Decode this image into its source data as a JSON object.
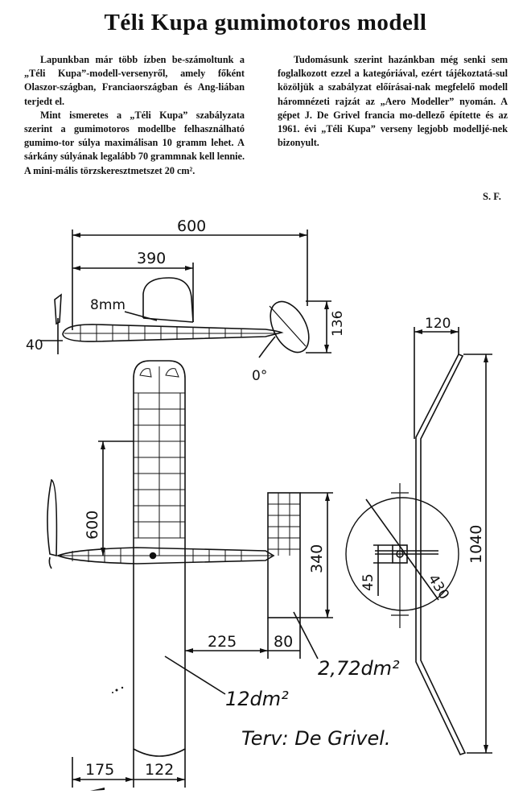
{
  "article": {
    "title": "Téli Kupa gumimotoros modell",
    "left_column": [
      "Lapunkban már több ízben be-számoltunk a „Téli Kupa”-modell-versenyről, amely főként Olaszor-szágban, Franciaországban és Ang-liában terjedt el.",
      "Mint ismeretes a „Téli Kupa” szabályzata szerint a gumimotoros modellbe felhasználható gumimo-tor súlya maximálisan 10 gramm lehet. A sárkány súlyának legalább 70 grammnak kell lennie. A mini-mális törzskeresztmetszet 20 cm²."
    ],
    "right_column": [
      "Tudomásunk szerint hazánkban még senki sem foglalkozott ezzel a kategóriával, ezért tájékoztatá-sul közöljük a szabályzat előírásai-nak megfelelő modell háromnézeti rajzát az „Aero Modeller” nyomán. A gépet J. De Grivel francia mo-dellező építette és az 1961. évi „Téli Kupa” verseny legjobb modelljé-nek bizonyult."
    ],
    "signature": "S. F."
  },
  "drawing": {
    "side_view": {
      "dim_length": "600",
      "dim_wing_pos": "390",
      "dim_wing_offset": "8mm",
      "dim_height": "40",
      "dim_tail_height": "136",
      "dim_incidence": "0°"
    },
    "top_view": {
      "dim_semispan": "600",
      "dim_stab_span": "340",
      "dim_tail_arm": "225",
      "dim_stab_chord": "80",
      "dim_wing_area": "12dm²",
      "dim_stab_area": "2,72dm²",
      "dim_nose": "175",
      "dim_chord": "122",
      "designer": "Terv: De Grivel."
    },
    "front_view": {
      "dim_dihedral": "120",
      "dim_span": "1040",
      "dim_prop": "430",
      "dim_fuselage": "45"
    }
  }
}
